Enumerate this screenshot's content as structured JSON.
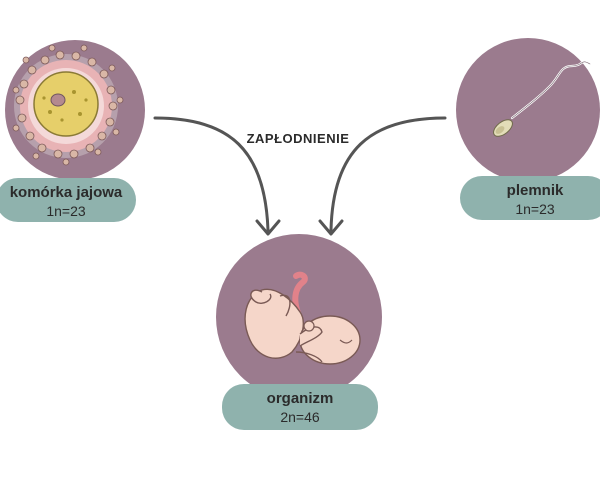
{
  "process_label": "ZAPŁODNIENIE",
  "colors": {
    "circle_fill": "#9b7b8e",
    "label_fill": "#8fb2ad",
    "arrow": "#555555",
    "text": "#2b2b2b"
  },
  "nodes": {
    "egg": {
      "name": "komórka jajowa",
      "formula": "1n=23",
      "icon": "egg-cell-icon"
    },
    "sperm": {
      "name": "plemnik",
      "formula": "1n=23",
      "icon": "sperm-cell-icon"
    },
    "organism": {
      "name": "organizm",
      "formula": "2n=46",
      "icon": "fetus-icon"
    }
  }
}
